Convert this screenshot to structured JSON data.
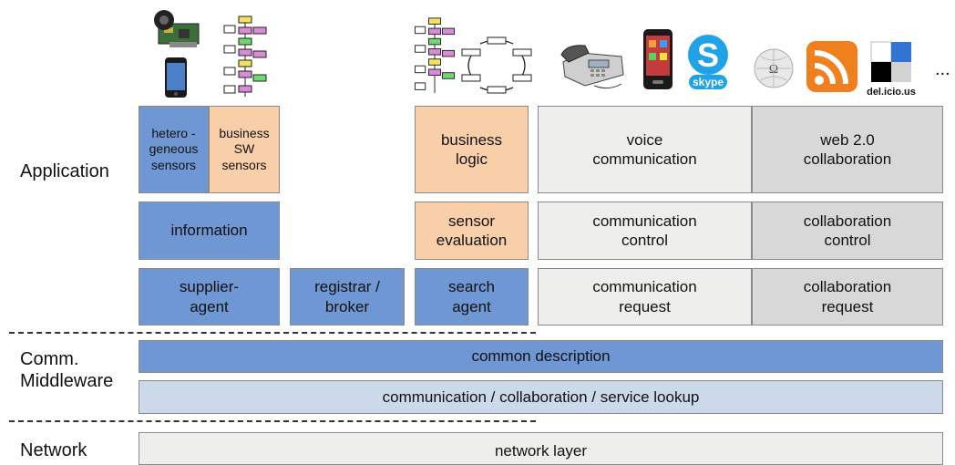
{
  "layers": {
    "application": "Application",
    "comm_middleware": "Comm.\nMiddleware",
    "network": "Network"
  },
  "boxes": {
    "heterogeneous_sensors": "hetero -\ngeneous\nsensors",
    "business_sw_sensors": "business\nSW\nsensors",
    "information": "information",
    "supplier_agent": "supplier-\nagent",
    "registrar_broker": "registrar /\nbroker",
    "business_logic": "business\nlogic",
    "sensor_evaluation": "sensor\nevaluation",
    "search_agent": "search\nagent",
    "voice_communication": "voice\ncommunication",
    "communication_control": "communication\ncontrol",
    "communication_request": "communication\nrequest",
    "web20_collaboration": "web 2.0\ncollaboration",
    "collaboration_control": "collaboration\ncontrol",
    "collaboration_request": "collaboration\nrequest",
    "common_description": "common  description",
    "service_lookup": "communication / collaboration / service lookup",
    "network_layer": "network layer"
  },
  "icons": {
    "camera_board": "camera-sensor-board-icon",
    "smartphone": "smartphone-icon",
    "flowchart": "flowchart-icon",
    "cycle_diagram": "cycle-diagram-icon",
    "desk_phone": "desk-phone-icon",
    "skype": "skype-icon",
    "wikipedia": "wikipedia-icon",
    "rss": "rss-icon",
    "delicious": "delicious-icon"
  },
  "icon_text": {
    "skype": "skype",
    "delicious": "del.icio.us",
    "ellipsis": "..."
  },
  "colors": {
    "blue": "#6f97d4",
    "peach": "#f8cfa9",
    "light_grey": "#eeeeec",
    "grey": "#d8d8d8",
    "light_blue": "#ccd9ea"
  }
}
